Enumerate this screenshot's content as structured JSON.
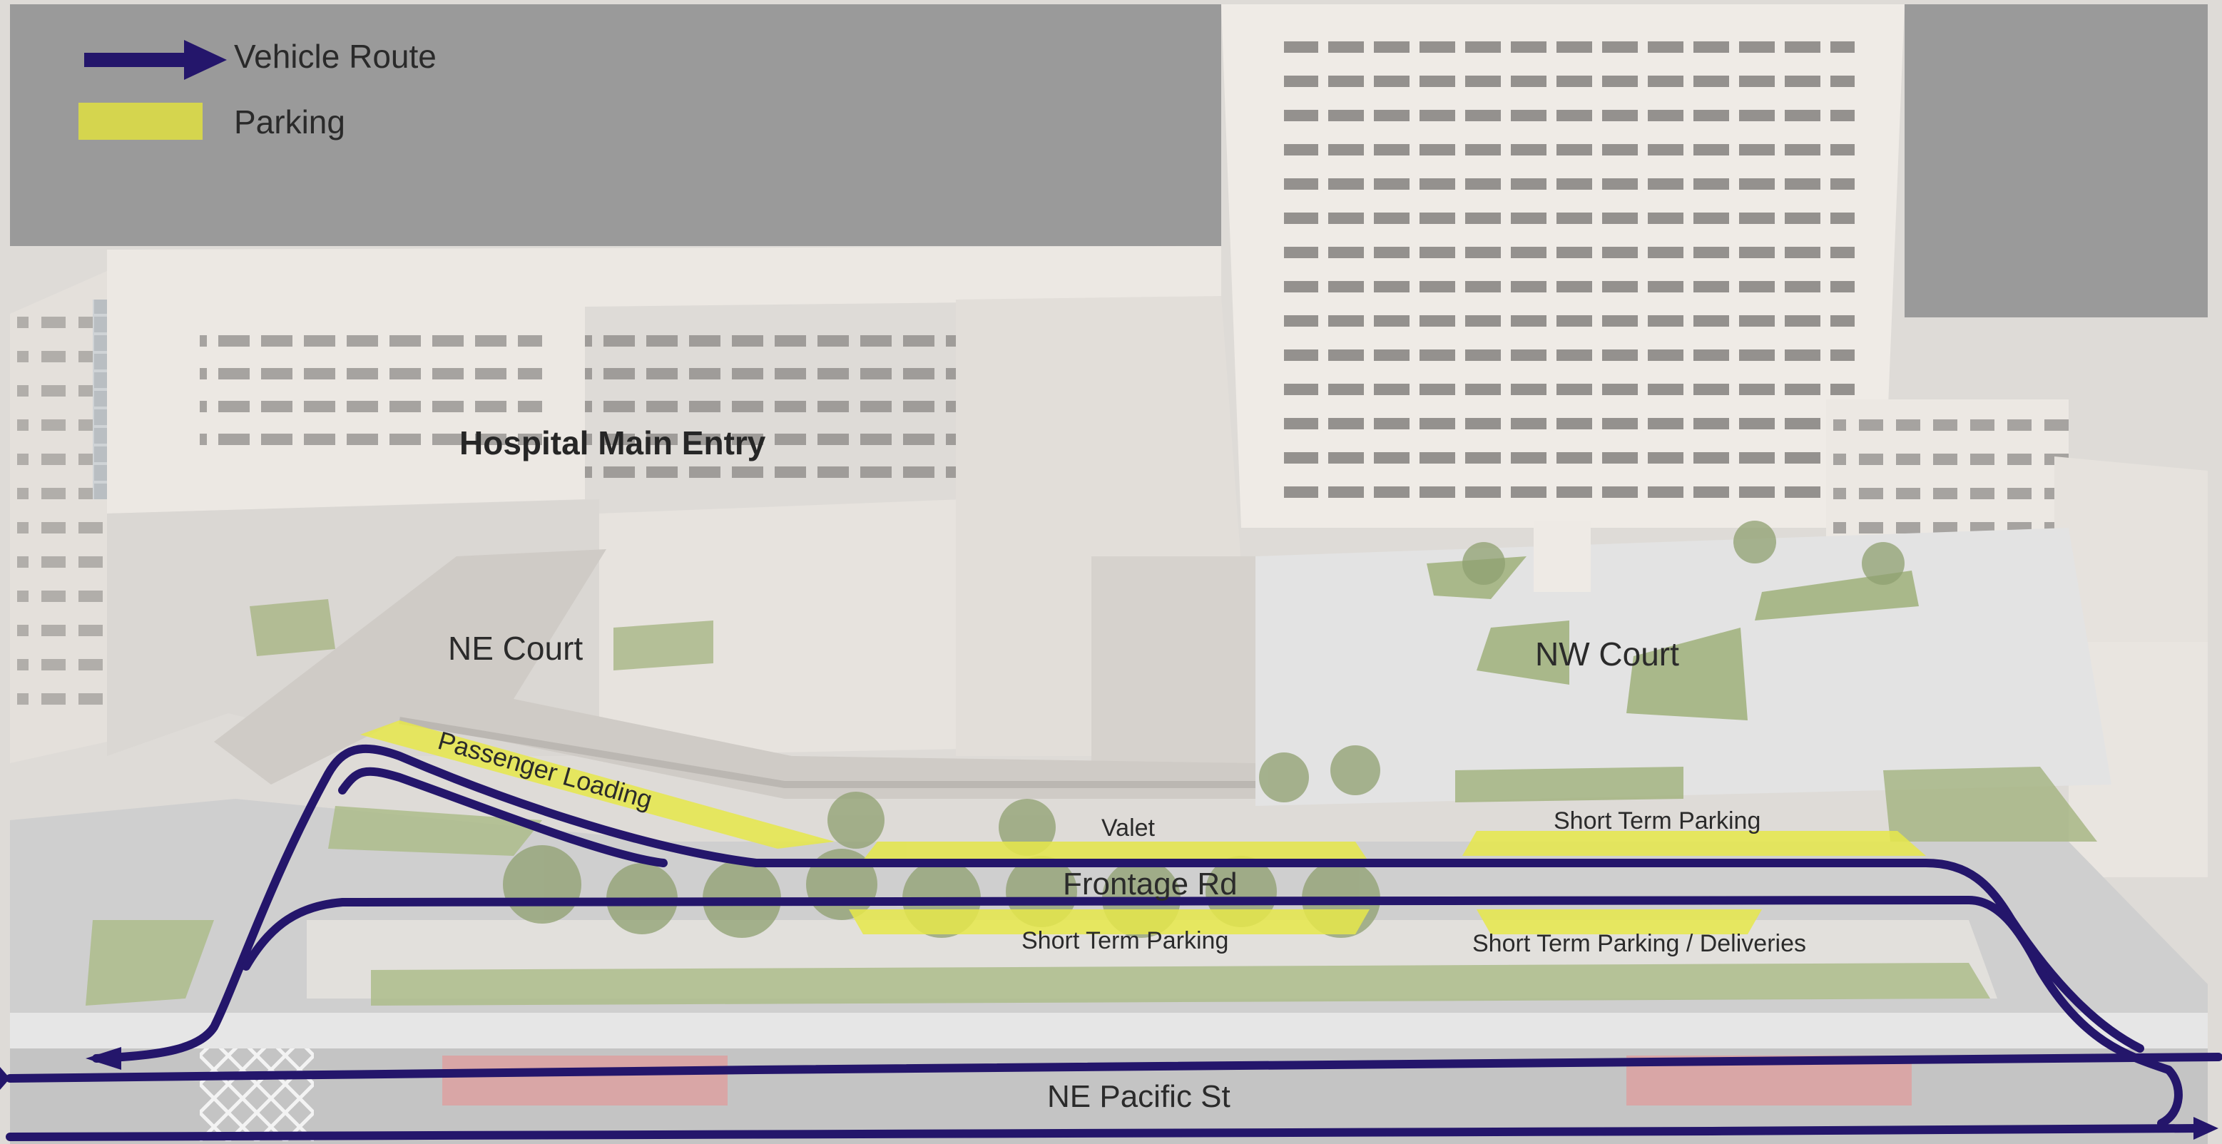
{
  "legend": {
    "route_label": "Vehicle Route",
    "parking_label": "Parking"
  },
  "labels": {
    "hospital_entry": "Hospital Main Entry",
    "ne_court": "NE Court",
    "nw_court": "NW Court",
    "passenger_loading": "Passenger Loading",
    "valet": "Valet",
    "short_term_top": "Short Term Parking",
    "frontage_rd": "Frontage Rd",
    "short_term_bottom": "Short Term Parking",
    "deliveries": "Short Term Parking / Deliveries",
    "pacific_st": "NE Pacific St"
  },
  "colors": {
    "route": "#24166b",
    "parking": "#e6e84a",
    "sky_block": "#9a9a9a",
    "building": "#ebe7e2",
    "plaza": "#dcdcdc",
    "green": "#9fb07a"
  }
}
